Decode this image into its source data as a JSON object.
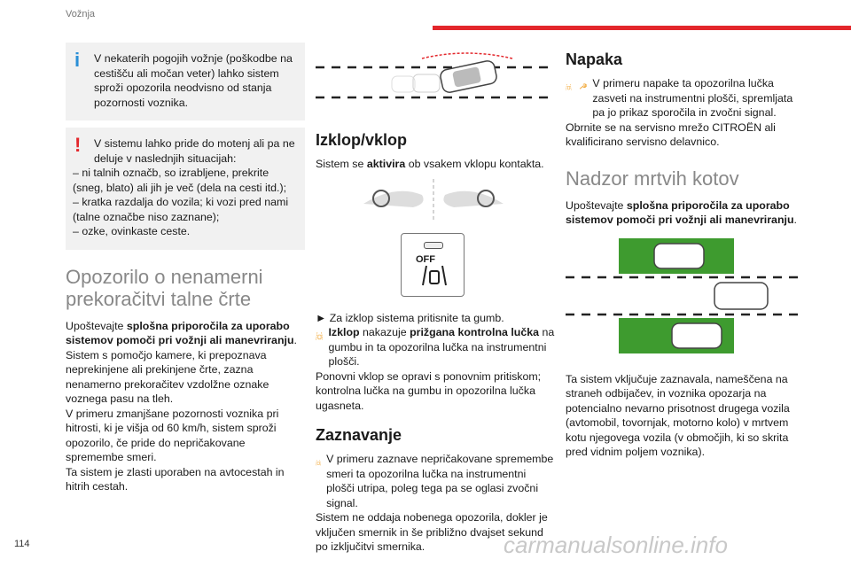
{
  "header": {
    "section": "Vožnja"
  },
  "col1": {
    "info_text": "V nekaterih pogojih vožnje (poškodbe na cestišču ali močan veter) lahko sistem sproži opozorila neodvisno od stanja pozornosti voznika.",
    "warn_intro": "V sistemu lahko pride do motenj ali pa ne deluje v naslednjih situacijah:",
    "warn_items": [
      "– ni talnih označb, so izrabljene, prekrite (sneg, blato) ali jih je več (dela na cesti itd.);",
      "– kratka razdalja do vozila; ki vozi pred nami (talne označbe niso zaznane);",
      "– ozke, ovinkaste ceste."
    ],
    "title": "Opozorilo o nenamerni prekoračitvi talne črte",
    "p_pre": "Upoštevajte ",
    "p_bold": "splošna priporočila za uporabo sistemov pomoči pri vožnji ali manevriranju",
    "p_post": ".",
    "body": "Sistem s pomočjo kamere, ki prepoznava neprekinjene ali prekinjene črte, zazna nenamerno prekoračitev vzdolžne oznake voznega pasu na tleh.\nV primeru zmanjšane pozornosti voznika pri hitrosti, ki je višja od 60 km/h, sistem sproži opozorilo, če pride do nepričakovane spremembe smeri.\nTa sistem je zlasti uporaben na avtocestah in hitrih cestah."
  },
  "col2": {
    "title1": "Izklop/vklop",
    "p1_pre": "Sistem se ",
    "p1_bold": "aktivira",
    "p1_post": " ob vsakem vklopu kontakta.",
    "button_label": "OFF",
    "step": "► Za izklop sistema pritisnite ta gumb.",
    "lamp_bold1": "Izklop",
    "lamp_mid": " nakazuje ",
    "lamp_bold2": "prižgana kontrolna lučka",
    "lamp_post": " na gumbu in ta opozorilna lučka na instrumentni plošči.",
    "p2": "Ponovni vklop se opravi s ponovnim pritiskom; kontrolna lučka na gumbu in opozorilna lučka ugasneta.",
    "title2": "Zaznavanje",
    "detect1": "V primeru zaznave nepričakovane spremembe smeri ta opozorilna lučka na instrumentni plošči utripa, poleg tega pa se oglasi zvočni signal.",
    "detect2": "Sistem ne oddaja nobenega opozorila, dokler je vključen smernik in še približno dvajset sekund po izključitvi smernika."
  },
  "col3": {
    "title1": "Napaka",
    "fault1": "V primeru napake ta opozorilna lučka zasveti na instrumentni plošči, spremljata pa jo prikaz sporočila in zvočni signal.",
    "fault2": "Obrnite se na servisno mrežo CITROËN ali kvalificirano servisno delavnico.",
    "title2": "Nadzor mrtvih kotov",
    "p_pre": "Upoštevajte ",
    "p_bold": "splošna priporočila za uporabo sistemov pomoči pri vožnji ali manevriranju",
    "p_post": ".",
    "body": "Ta sistem vključuje zaznavala, nameščena na straneh odbijačev, in voznika opozarja na potencialno nevarno prisotnost drugega vozila (avtomobil, tovornjak, motorno kolo) v mrtvem kotu njegovega vozila (v območjih, ki so skrita pred vidnim poljem voznika)."
  },
  "footer": {
    "page": "114",
    "watermark": "carmanualsonline.info"
  },
  "colors": {
    "accent": "#e3262b",
    "warn_lamp": "#f2a93b",
    "zone_green": "#3e9b2f"
  }
}
